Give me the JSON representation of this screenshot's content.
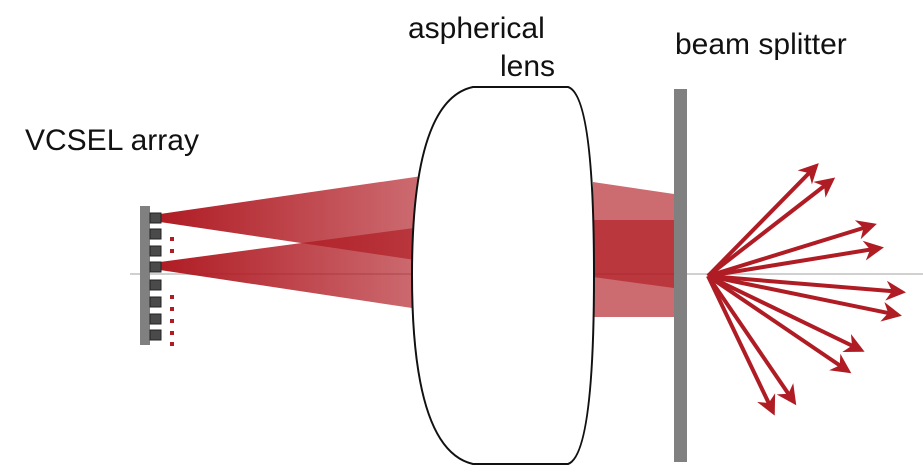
{
  "labels": {
    "vcsel": "VCSEL array",
    "lens_line1": "aspherical",
    "lens_line2": "lens",
    "splitter": "beam splitter"
  },
  "colors": {
    "beam": "#b01c24",
    "beam_light": "#c9666b",
    "component": "#808080",
    "emitter": "#4a4a4a",
    "axis": "#d0d0d0"
  },
  "emitter_count": 8,
  "active_emitters": 2,
  "output_beam_count": 10
}
